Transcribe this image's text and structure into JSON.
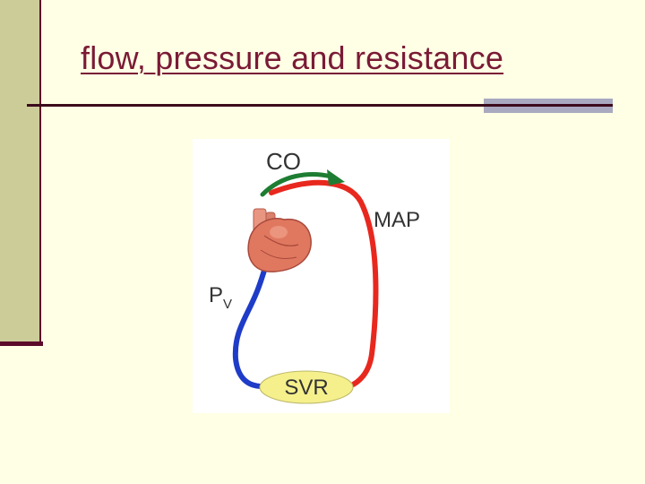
{
  "slide": {
    "title": "flow, pressure and resistance"
  },
  "diagram": {
    "labels": {
      "co": "CO",
      "map": "MAP",
      "pv_main": "P",
      "pv_sub": "V",
      "svr": "SVR"
    },
    "colors": {
      "arterial": "#E8281E",
      "venous": "#1E3CC8",
      "flow_arrow": "#1E7D32",
      "resistance_fill": "#F5F08C",
      "heart": "#E07860"
    },
    "icons": [
      "heart-icon",
      "flow-arrow-icon"
    ]
  }
}
